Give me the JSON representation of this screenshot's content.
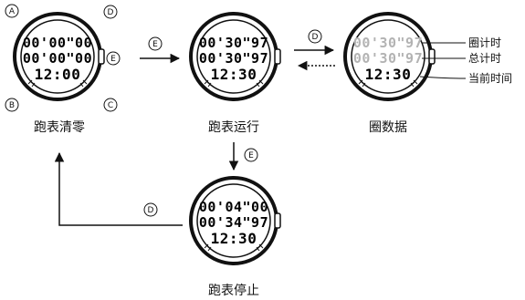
{
  "buttons": {
    "a": "A",
    "b": "B",
    "c": "C",
    "d": "D",
    "e": "E"
  },
  "watches": {
    "reset": {
      "line1": "00'00\"00",
      "line2": "00'00\"00",
      "line3": "12:00",
      "caption": "跑表清零"
    },
    "running": {
      "line1": "00'30\"97",
      "line2": "00'30\"97",
      "line3": "12:30",
      "caption": "跑表运行"
    },
    "lap": {
      "line1": "00'30\"97",
      "line2": "00'30\"97",
      "line3": "12:30",
      "caption": "圈数据"
    },
    "stopped": {
      "line1": "00'04\"00",
      "line2": "00'34\"97",
      "line3": "12:30",
      "caption": "跑表停止"
    }
  },
  "annotations": {
    "lap_time": "圈计时",
    "total_time": "总计时",
    "current_time": "当前时间"
  },
  "colors": {
    "ink": "#111111",
    "dim_digits": "#b3b3b3"
  }
}
